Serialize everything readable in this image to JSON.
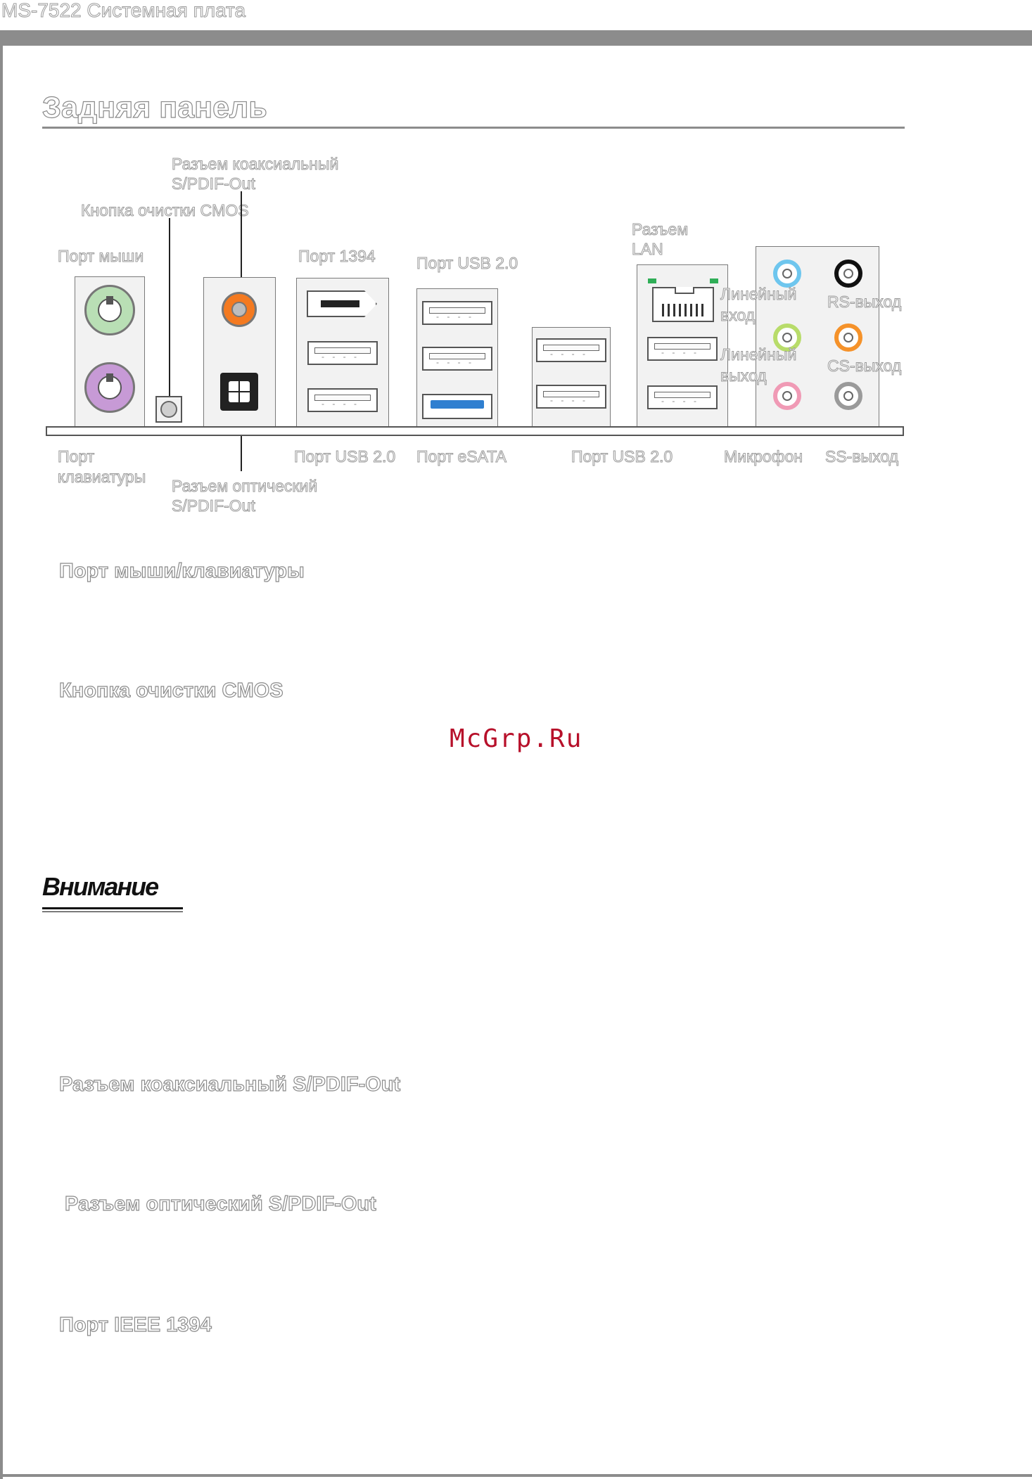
{
  "header": {
    "running_title": "MS-7522 Системная плата",
    "section_title": "Задняя панель"
  },
  "diagram": {
    "labels": {
      "coax_top": [
        "Разъем    коаксиальный",
        "S/PDIF-Out"
      ],
      "cmos_button": "Кнопка очистки CMOS",
      "mouse_port": "Порт мыши",
      "port_1394": "Порт 1394",
      "usb_top": "Порт USB 2.0",
      "lan": [
        "Разъем",
        "LAN"
      ],
      "line_in": [
        "Линейный",
        "вход"
      ],
      "rs_out": "RS-выход",
      "line_out": [
        "Линейный",
        "выход"
      ],
      "cs_out": "CS-выход",
      "keyboard_port": [
        "Порт",
        "клавиатуры"
      ],
      "usb_bottom_left": "Порт USB 2.0",
      "esata": "Порт eSATA",
      "usb_bottom_right": "Порт USB 2.0",
      "mic": "Микрофон",
      "ss_out": "SS-выход",
      "optical_bottom": [
        "Разъем      оптический",
        "S/PDIF-Out"
      ]
    },
    "colors": {
      "mouse": "#b9dfb5",
      "keyboard": "#c79ad6",
      "coax": "#f47a20",
      "esata": "#2f7fd0",
      "jack_line_in": "#6ec6ee",
      "jack_line_out": "#b8dc6a",
      "jack_mic": "#f09ab5",
      "jack_rs": "#111111",
      "jack_cs": "#f5922a",
      "jack_ss": "#9a9a9a",
      "lan_led": "#2fae57"
    }
  },
  "sections": {
    "ps2": "Порт мыши/клавиатуры",
    "cmos": "Кнопка очистки CMOS",
    "watermark": "McGrp.Ru",
    "attention": "Внимание",
    "coax": "Разъем коаксиальный S/PDIF-Out",
    "optical": "Разъем оптический S/PDIF-Out",
    "ieee1394": "Порт IEEE 1394"
  }
}
